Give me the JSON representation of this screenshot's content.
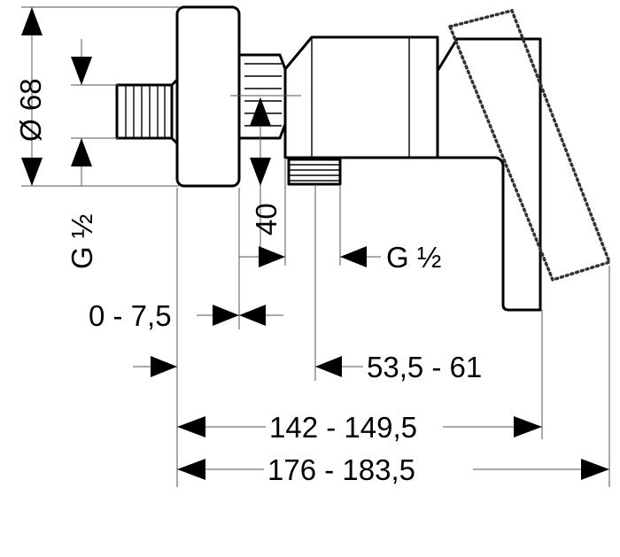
{
  "dimensions": {
    "diameter": "Ø 68",
    "thread_left": "G ½",
    "thread_right": "G ½",
    "depth": "40",
    "wall_offset": "0 - 7,5",
    "outlet_distance": "53,5 - 61",
    "body_length": "142 - 149,5",
    "total_length": "176 - 183,5"
  },
  "colors": {
    "line": "#000000",
    "background": "#ffffff",
    "rotation_path": "#333333"
  }
}
